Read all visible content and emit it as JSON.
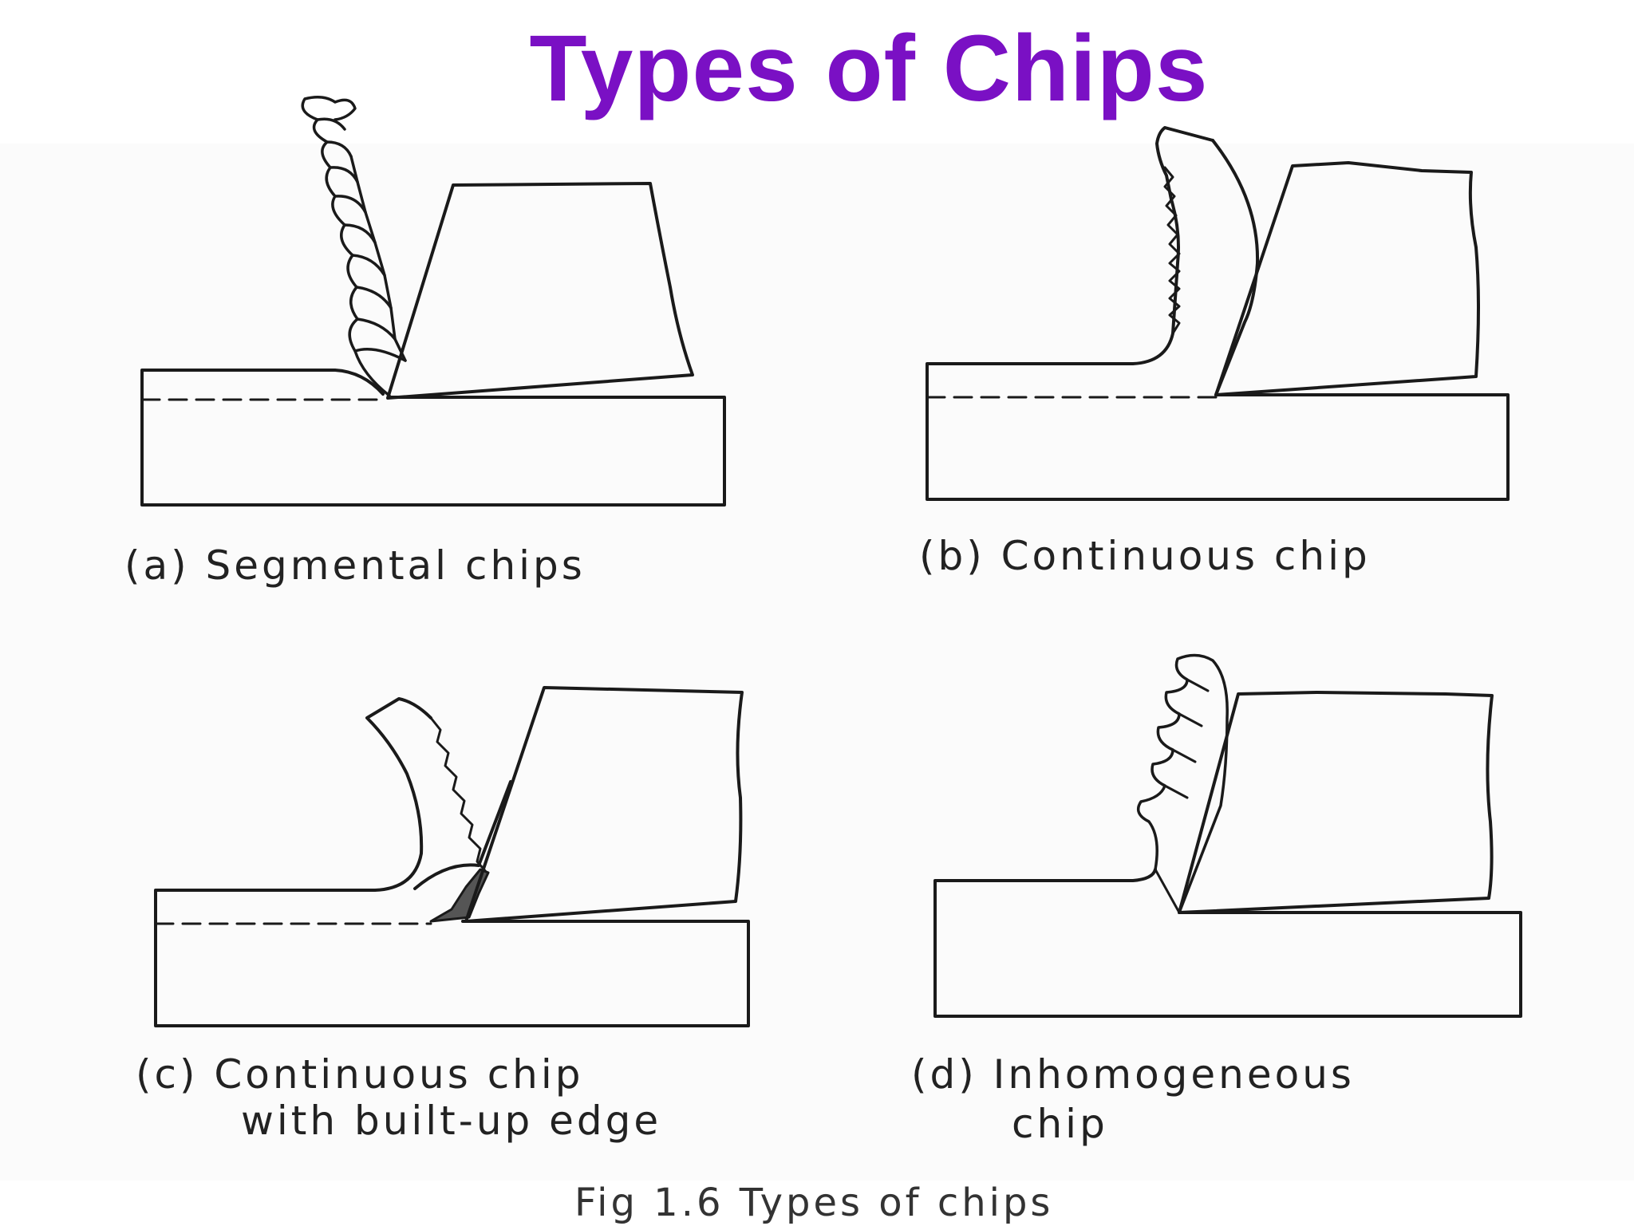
{
  "page": {
    "title": "Types of Chips",
    "title_color": "#7a10c4"
  },
  "captions": {
    "a": "(a) Segmental chips",
    "b": "(b) Continuous chip",
    "c_line1": "(c) Continuous chip",
    "c_line2": "with built-up edge",
    "d_line1": "(d) Inhomogeneous",
    "d_line2": "chip"
  },
  "figure": {
    "footer_partial": "Fig 1.6 Types of chips"
  }
}
